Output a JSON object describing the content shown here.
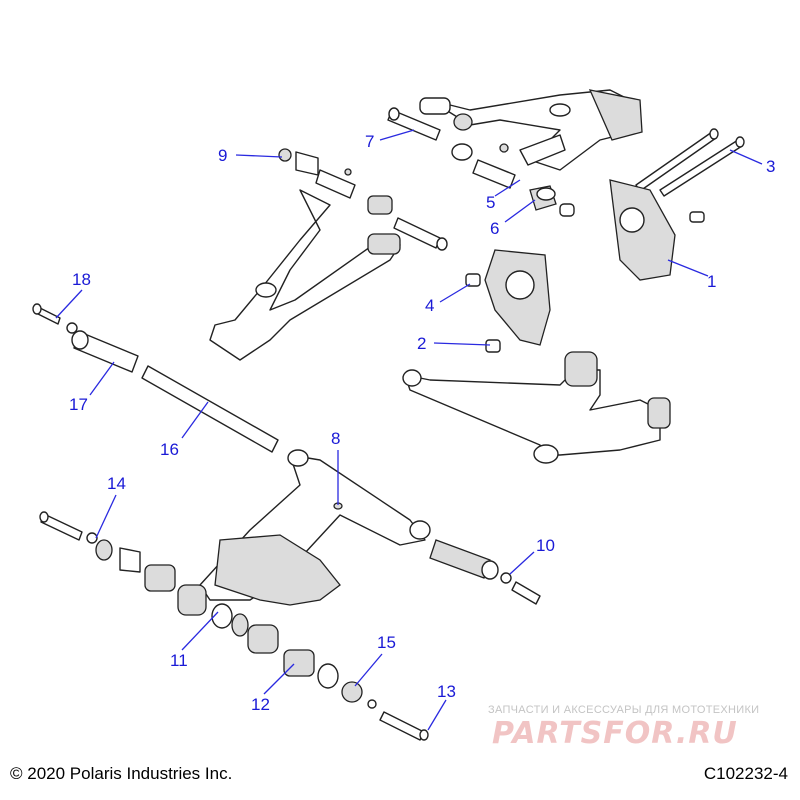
{
  "callouts": [
    {
      "id": "1",
      "text": "1"
    },
    {
      "id": "2",
      "text": "2"
    },
    {
      "id": "3",
      "text": "3"
    },
    {
      "id": "4",
      "text": "4"
    },
    {
      "id": "5",
      "text": "5"
    },
    {
      "id": "6",
      "text": "6"
    },
    {
      "id": "7",
      "text": "7"
    },
    {
      "id": "8",
      "text": "8"
    },
    {
      "id": "9",
      "text": "9"
    },
    {
      "id": "10",
      "text": "10"
    },
    {
      "id": "11",
      "text": "11"
    },
    {
      "id": "12",
      "text": "12"
    },
    {
      "id": "13",
      "text": "13"
    },
    {
      "id": "14",
      "text": "14"
    },
    {
      "id": "15",
      "text": "15"
    },
    {
      "id": "16",
      "text": "16"
    },
    {
      "id": "17",
      "text": "17"
    },
    {
      "id": "18",
      "text": "18"
    }
  ],
  "footer": {
    "copyright": "© 2020 Polaris Industries Inc.",
    "figure_id": "C102232-4"
  },
  "watermark": {
    "tagline": "ЗАПЧАСТИ И АКСЕССУАРЫ ДЛЯ МОТОТЕХНИКИ",
    "logo": "PARTSFOR.RU"
  },
  "colors": {
    "callout": "#1a1ad6",
    "line_art": "#222222",
    "watermark": "#f1c4c4"
  }
}
